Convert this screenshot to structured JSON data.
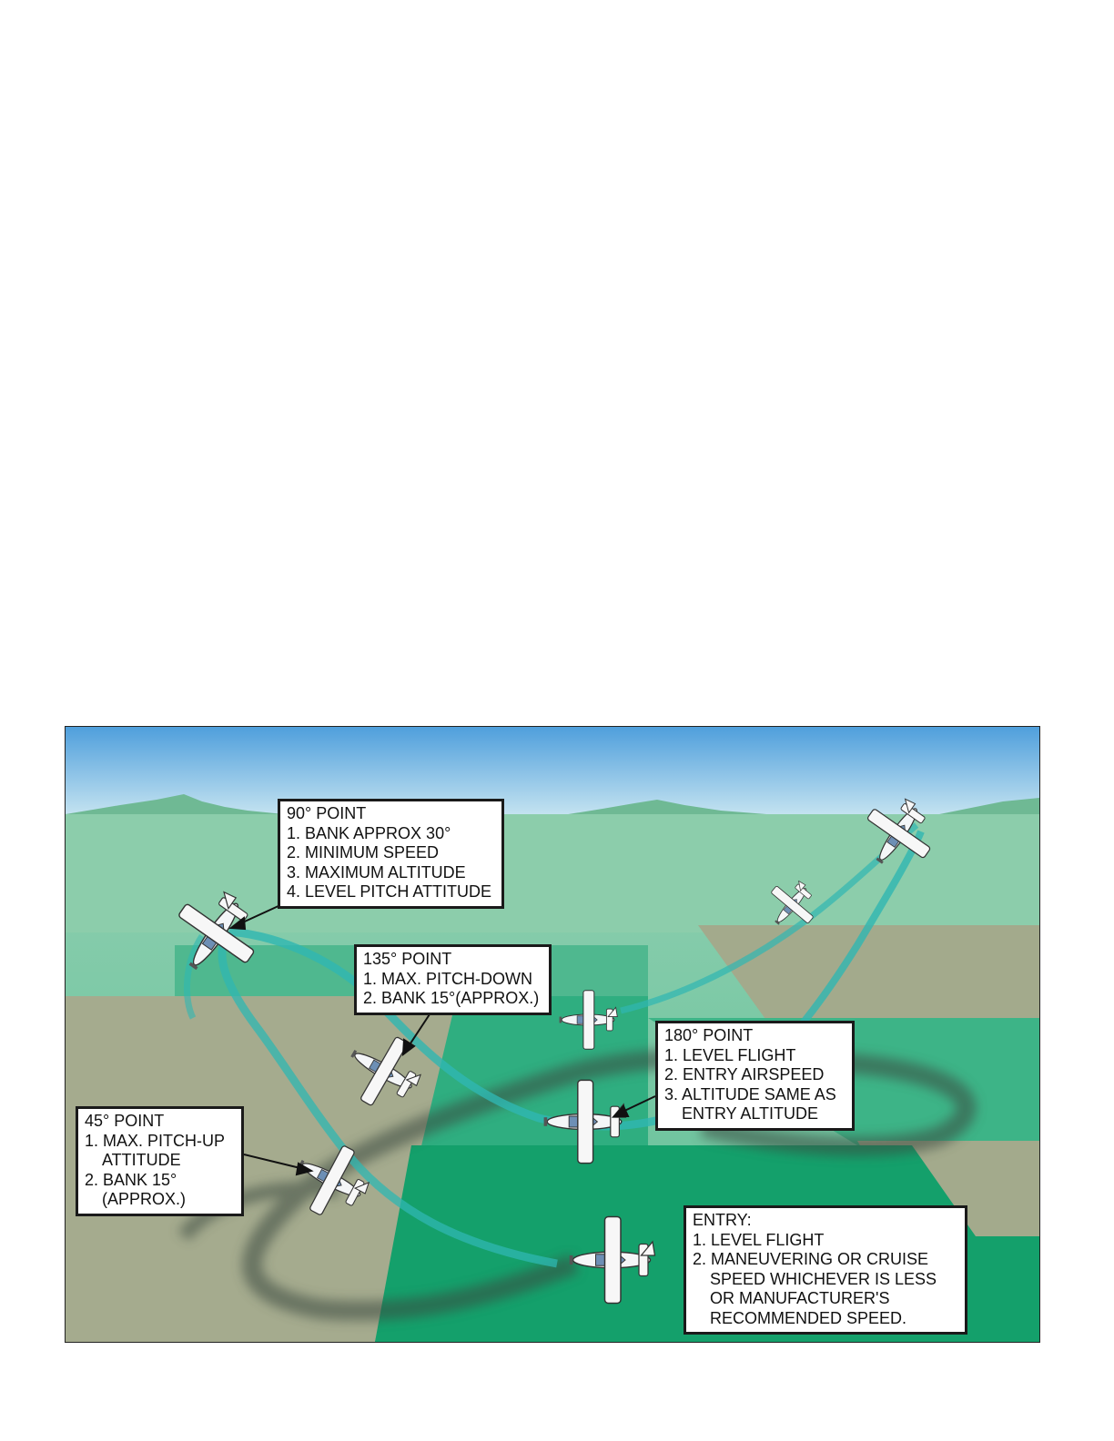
{
  "colors": {
    "sky_top": "#4f9fdc",
    "sky_bottom": "#d4ecf3",
    "field_light_green": "#84c7a3",
    "field_mid_green": "#3fb487",
    "field_dark_green": "#109a68",
    "field_tan": "#a3aa8c",
    "ribbon": "#2fb7b2",
    "callout_border": "#1a1a1a"
  },
  "callouts": {
    "p90": {
      "title": "90° POINT",
      "items": [
        "1. BANK APPROX 30°",
        "2. MINIMUM SPEED",
        "3. MAXIMUM ALTITUDE",
        "4. LEVEL PITCH ATTITUDE"
      ]
    },
    "p135": {
      "title": "135° POINT",
      "items": [
        "1. MAX. PITCH-DOWN",
        "2. BANK 15°(APPROX.)"
      ]
    },
    "p180": {
      "title": "180° POINT",
      "items": [
        "1. LEVEL FLIGHT",
        "2. ENTRY AIRSPEED",
        "3. ALTITUDE SAME AS",
        "ENTRY ALTITUDE"
      ]
    },
    "p45": {
      "title": "45° POINT",
      "items": [
        "1. MAX. PITCH-UP",
        "ATTITUDE",
        "2. BANK 15°",
        "(APPROX.)"
      ]
    },
    "entry": {
      "title": "ENTRY:",
      "items": [
        "1. LEVEL FLIGHT",
        "2. MANEUVERING OR CRUISE",
        "SPEED WHICHEVER IS LESS",
        "OR MANUFACTURER'S",
        "RECOMMENDED SPEED."
      ]
    }
  }
}
